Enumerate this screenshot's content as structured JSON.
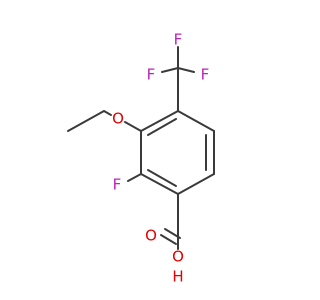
{
  "atoms": {
    "o_ether": "O",
    "f_ring": "F",
    "f_top": "F",
    "f_left": "F",
    "f_right": "F",
    "o_carbonyl": "O",
    "o_hydroxyl": "O",
    "h_hydroxyl": "H"
  },
  "colors": {
    "bond": "#3a3a3a",
    "oxygen": "#e60000",
    "fluorine": "#c020c0",
    "hydrogen": "#e60000"
  }
}
